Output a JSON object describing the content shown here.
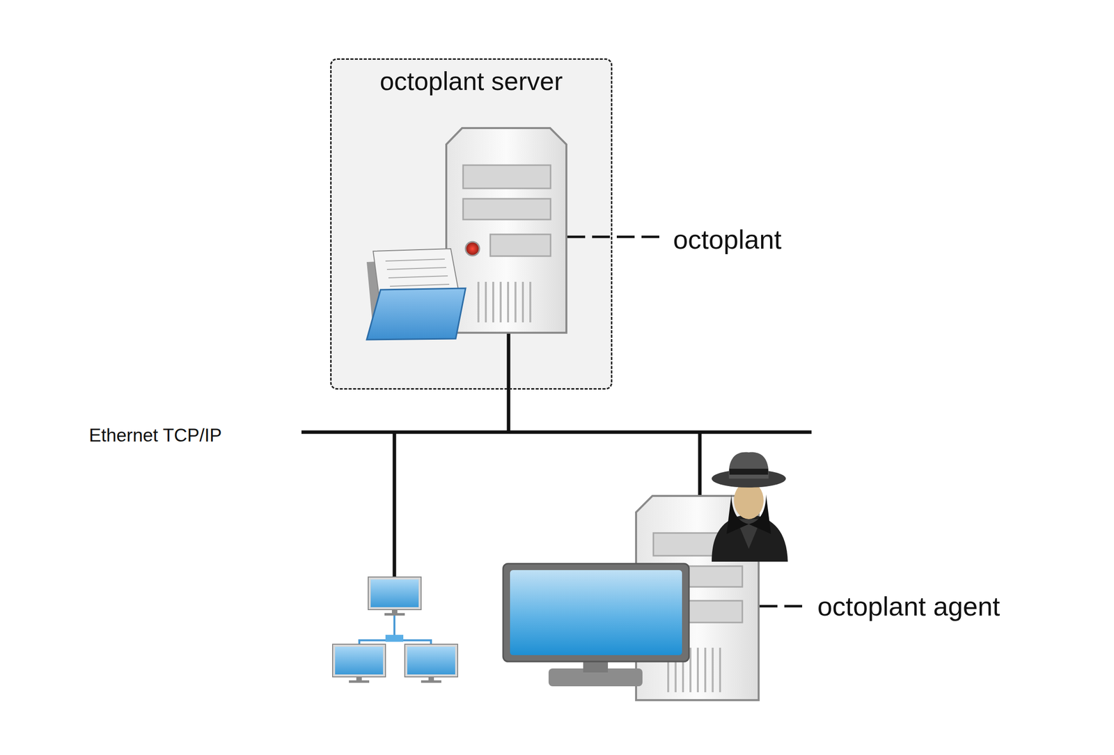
{
  "diagram": {
    "nodes": [
      {
        "text": [
          "octoplant server"
        ]
      }
    ],
    "labels": [
      "octoplant",
      "Ethernet TCP/IP",
      "octoplant agent"
    ]
  }
}
